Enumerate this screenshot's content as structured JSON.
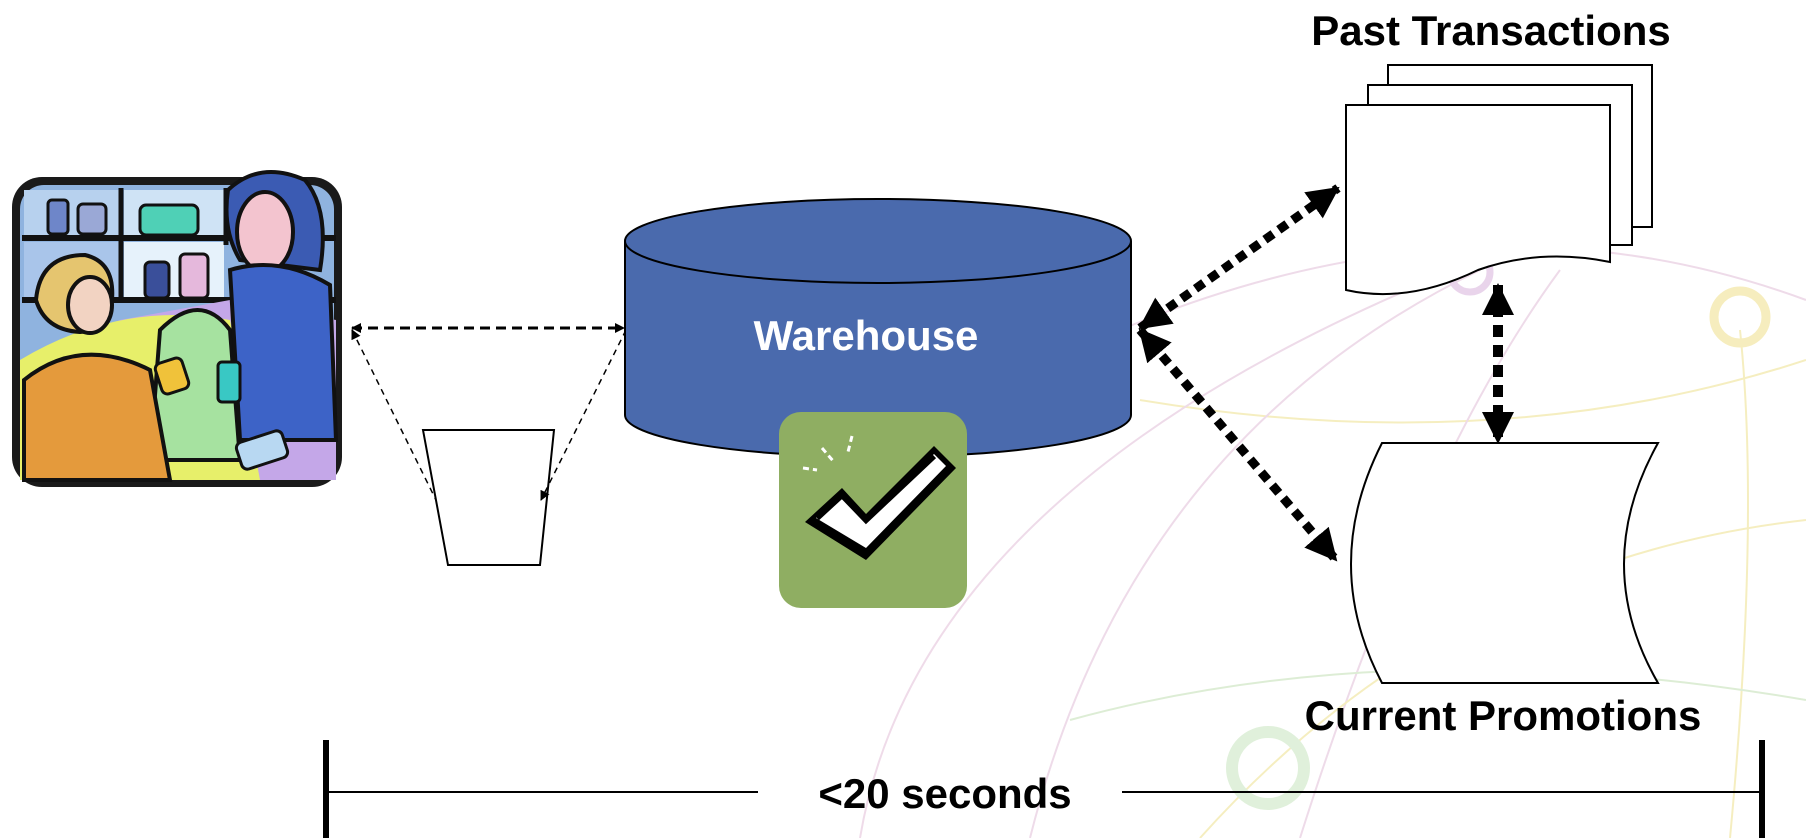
{
  "labels": {
    "warehouse": "Warehouse",
    "past_transactions": "Past Transactions",
    "current_promotions": "Current Promotions",
    "timing": "<20 seconds"
  },
  "colors": {
    "warehouse_fill": "#4a6aad",
    "check_badge": "#8fae62",
    "background_arcs": [
      "#e6c7dd",
      "#f2e7a6",
      "#cfe6c4"
    ]
  },
  "icons": {
    "shopper_clipart": "pharmacy-shopper-clipart-icon",
    "checkmark": "checkmark-icon",
    "shopping_bag": "shopping-bag-icon"
  }
}
